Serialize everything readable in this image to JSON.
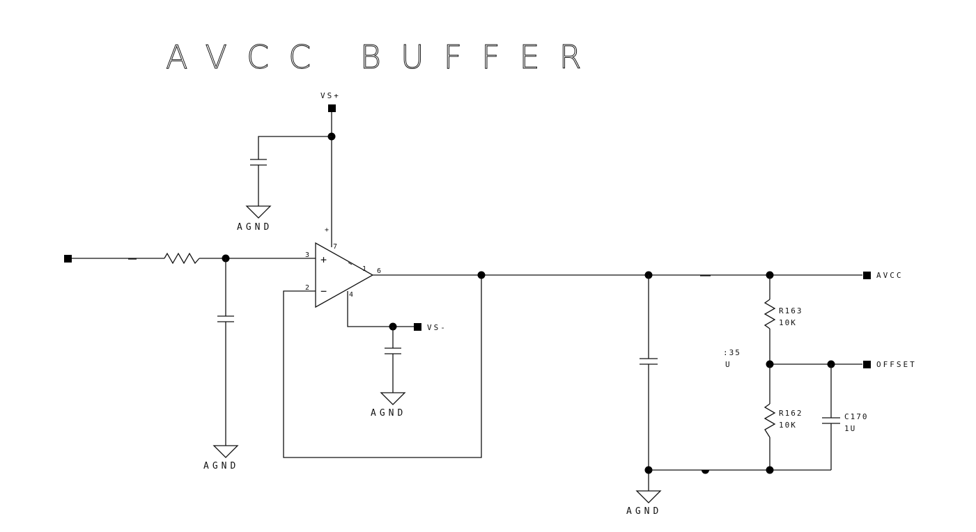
{
  "title": "AVCC BUFFER",
  "nets": {
    "vs_plus": "VS+",
    "vs_minus": "VS-",
    "avcc": "AVCC",
    "offset": "OFFSET",
    "agnd": "AGND"
  },
  "opamp": {
    "pin_noninv": "3",
    "pin_inv": "2",
    "pin_out": "6",
    "pin_vplus": "7",
    "pin_vminus": "4",
    "pin_extra": "1",
    "plus_sign": "+",
    "minus_sign": "−",
    "supply_plus": "+"
  },
  "components": {
    "r163_ref": "R163",
    "r163_val": "10K",
    "r162_ref": "R162",
    "r162_val": "10K",
    "c135_ref": ":35",
    "c135_val": "U",
    "c170_ref": "C170",
    "c170_val": "1U"
  },
  "colors": {
    "line": "#111111",
    "background": "#ffffff"
  }
}
